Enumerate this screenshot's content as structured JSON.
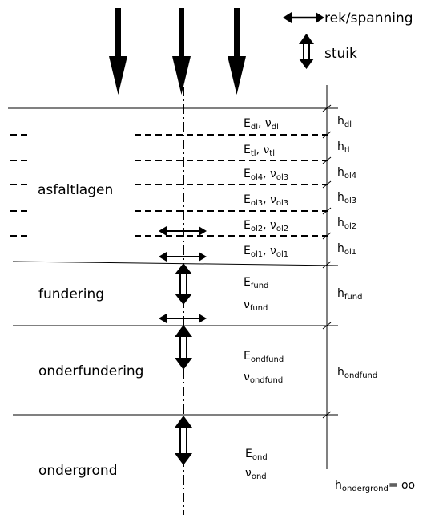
{
  "legend": {
    "tension_label": "rek/spanning",
    "compression_label": "stuik"
  },
  "layers": {
    "asphalt_label": "asfaltlagen",
    "foundation_label": "fundering",
    "subfoundation_label": "onderfundering",
    "subgrade_label": "ondergrond"
  },
  "params": {
    "dl": {
      "E": "E",
      "E_sub": "dl",
      "v": "ν",
      "v_sub": "dl",
      "h": "h",
      "h_sub": "dl"
    },
    "tl": {
      "E": "E",
      "E_sub": "tl",
      "v": "ν",
      "v_sub": "tl",
      "h": "h",
      "h_sub": "tl"
    },
    "ol4": {
      "E": "E",
      "E_sub": "ol4",
      "v": "ν",
      "v_sub": "ol3",
      "h": "h",
      "h_sub": "ol4"
    },
    "ol3": {
      "E": "E",
      "E_sub": "ol3",
      "v": "ν",
      "v_sub": "ol3",
      "h": "h",
      "h_sub": "ol3"
    },
    "ol2": {
      "E": "E",
      "E_sub": "ol2",
      "v": "ν",
      "v_sub": "ol2",
      "h": "h",
      "h_sub": "ol2"
    },
    "ol1": {
      "E": "E",
      "E_sub": "ol1",
      "v": "ν",
      "v_sub": "ol1",
      "h": "h",
      "h_sub": "ol1"
    },
    "fund": {
      "E": "E",
      "E_sub": "fund",
      "v": "ν",
      "v_sub": "fund",
      "h": "h",
      "h_sub": "fund"
    },
    "ondfund": {
      "E": "E",
      "E_sub": "ondfund",
      "v": "ν",
      "v_sub": "ondfund",
      "h": "h",
      "h_sub": "ondfund"
    },
    "ond": {
      "E": "E",
      "E_sub": "ond",
      "v": "ν",
      "v_sub": "ond",
      "h": "h",
      "h_sub": "ondergrond",
      "h_suffix": "= oo"
    }
  }
}
